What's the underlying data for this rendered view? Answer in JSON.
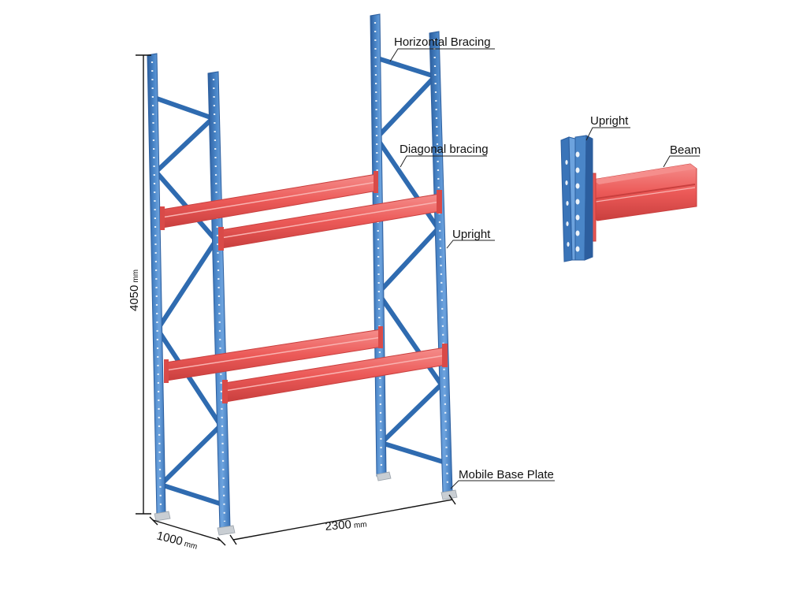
{
  "colors": {
    "upright": "#4a86c8",
    "upright_dark": "#2c5e9e",
    "upright_light": "#7fb0e6",
    "bracing": "#2f6bb0",
    "beam": "#ec5a58",
    "beam_dark": "#c93f3e",
    "beam_light": "#f58e8c",
    "base_plate": "#c9ced3",
    "dimension": "#111111"
  },
  "icons": [
    "upright-post",
    "horizontal-brace",
    "diagonal-brace",
    "beam",
    "base-plate",
    "dimension-line"
  ],
  "labels": {
    "horizontal_bracing": "Horizontal Bracing",
    "diagonal_bracing": "Diagonal bracing",
    "upright_main": "Upright",
    "mobile_base_plate": "Mobile Base Plate",
    "detail_upright": "Upright",
    "detail_beam": "Beam"
  },
  "dimensions": {
    "height": {
      "value": "4050",
      "unit": "mm"
    },
    "depth": {
      "value": "1000",
      "unit": "mm"
    },
    "width": {
      "value": "2300",
      "unit": "mm"
    }
  }
}
